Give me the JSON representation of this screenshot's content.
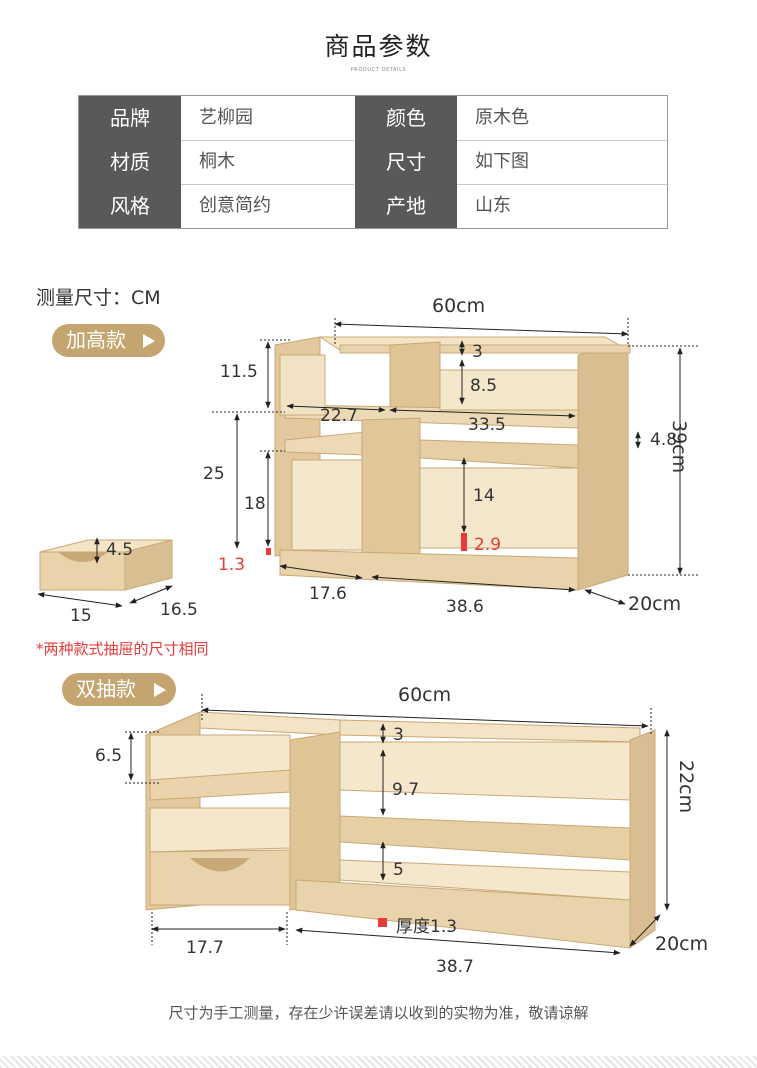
{
  "header": {
    "title": "商品参数",
    "subtitle": "PRODUCT DETAILS"
  },
  "spec_table": {
    "rows": [
      {
        "k1": "品牌",
        "v1": "艺柳园",
        "k2": "颜色",
        "v2": "原木色"
      },
      {
        "k1": "材质",
        "v1": "桐木",
        "k2": "尺寸",
        "v2": "如下图"
      },
      {
        "k1": "风格",
        "v1": "创意简约",
        "k2": "产地",
        "v2": "山东"
      }
    ]
  },
  "measure_label": "测量尺寸：CM",
  "tall": {
    "badge": "加高款",
    "width": "60cm",
    "height": "39cm",
    "depth": "20cm",
    "d_11_5": "11.5",
    "d_25": "25",
    "d_18": "18",
    "d_1_3": "1.3",
    "d_3": "3",
    "d_8_5": "8.5",
    "d_22_7": "22.7",
    "d_33_5": "33.5",
    "d_4_8": "4.8",
    "d_14": "14",
    "d_2_9": "2.9",
    "d_17_6": "17.6",
    "d_38_6": "38.6"
  },
  "drawer": {
    "h": "4.5",
    "w": "15",
    "d": "16.5"
  },
  "note": "*两种款式抽屉的尺寸相同",
  "double": {
    "badge": "双抽款",
    "width": "60cm",
    "height": "22cm",
    "depth": "20cm",
    "d_6_5": "6.5",
    "d_3": "3",
    "d_9_7": "9.7",
    "d_5": "5",
    "thickness": "厚度1.3",
    "d_17_7": "17.7",
    "d_38_7": "38.7"
  },
  "footer": "尺寸为手工测量，存在少许误差请以收到的实物为准，敬请谅解",
  "colors": {
    "wood": "#ecd9b5",
    "wood_dark": "#d9be91",
    "wood_edge": "#c9a877",
    "accent": "#c4a46f",
    "red": "#e83a3a"
  }
}
